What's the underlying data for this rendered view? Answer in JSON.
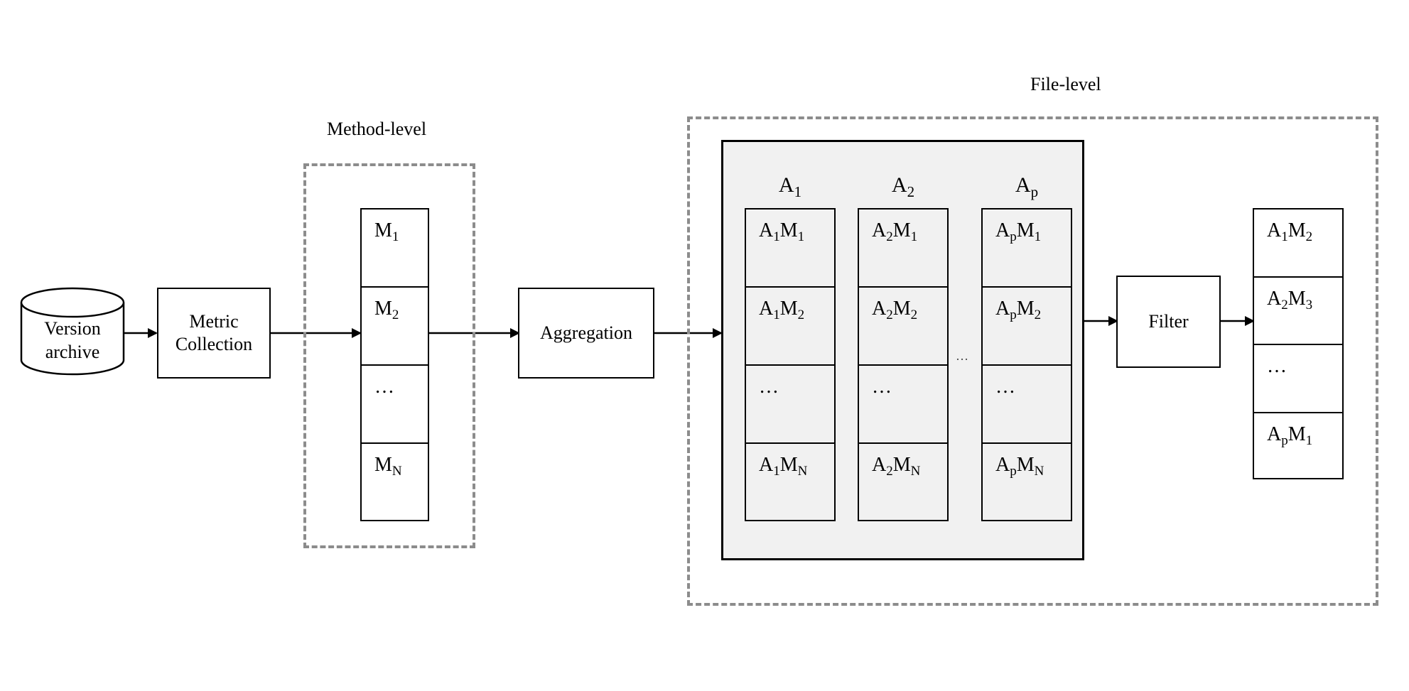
{
  "diagram": {
    "source": {
      "line1": "Version",
      "line2": "archive"
    },
    "metric_collection": {
      "line1": "Metric",
      "line2": "Collection"
    },
    "method_level": {
      "title": "Method-level",
      "cells": [
        {
          "base": "M",
          "sub": "1"
        },
        {
          "base": "M",
          "sub": "2"
        },
        {
          "base": "…",
          "sub": ""
        },
        {
          "base": "M",
          "sub": "N"
        }
      ]
    },
    "aggregation": {
      "label": "Aggregation"
    },
    "file_level": {
      "title": "File-level",
      "columns": [
        {
          "head": {
            "base": "A",
            "sub": "1"
          },
          "cells": [
            {
              "a": "A",
              "as": "1",
              "m": "M",
              "ms": "1"
            },
            {
              "a": "A",
              "as": "1",
              "m": "M",
              "ms": "2"
            },
            {
              "a": "…"
            },
            {
              "a": "A",
              "as": "1",
              "m": "M",
              "ms": "N"
            }
          ]
        },
        {
          "head": {
            "base": "A",
            "sub": "2"
          },
          "cells": [
            {
              "a": "A",
              "as": "2",
              "m": "M",
              "ms": "1"
            },
            {
              "a": "A",
              "as": "2",
              "m": "M",
              "ms": "2"
            },
            {
              "a": "…"
            },
            {
              "a": "A",
              "as": "2",
              "m": "M",
              "ms": "N"
            }
          ]
        },
        {
          "head": {
            "base": "A",
            "sub": "p"
          },
          "cells": [
            {
              "a": "A",
              "as": "p",
              "m": "M",
              "ms": "1"
            },
            {
              "a": "A",
              "as": "p",
              "m": "M",
              "ms": "2"
            },
            {
              "a": "…"
            },
            {
              "a": "A",
              "as": "p",
              "m": "M",
              "ms": "N"
            }
          ]
        }
      ],
      "between_dots": "…",
      "filter": {
        "label": "Filter"
      },
      "output": [
        {
          "a": "A",
          "as": "1",
          "m": "M",
          "ms": "2"
        },
        {
          "a": "A",
          "as": "2",
          "m": "M",
          "ms": "3"
        },
        {
          "a": "…"
        },
        {
          "a": "A",
          "as": "p",
          "m": "M",
          "ms": "1"
        }
      ]
    }
  }
}
